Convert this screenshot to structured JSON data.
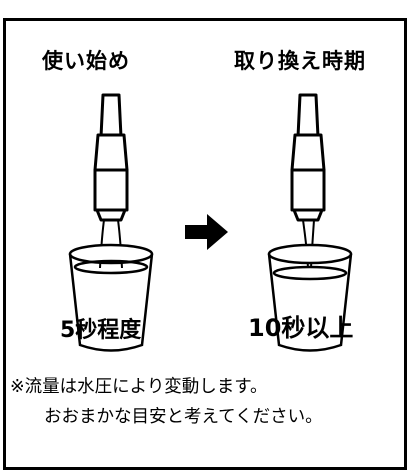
{
  "labels": {
    "start": "使い始め",
    "replace": "取り換え時期",
    "start_time": "5秒程度",
    "replace_time": "10秒以上"
  },
  "note": {
    "line1": "※流量は水圧により変動します。",
    "line2": "おおまかな目安と考えてください。"
  },
  "icons": {
    "arrow": "right-arrow-icon",
    "faucet": "faucet-spout-icon",
    "glass": "drinking-glass-icon"
  },
  "colors": {
    "line": "#000000",
    "background": "#ffffff"
  }
}
